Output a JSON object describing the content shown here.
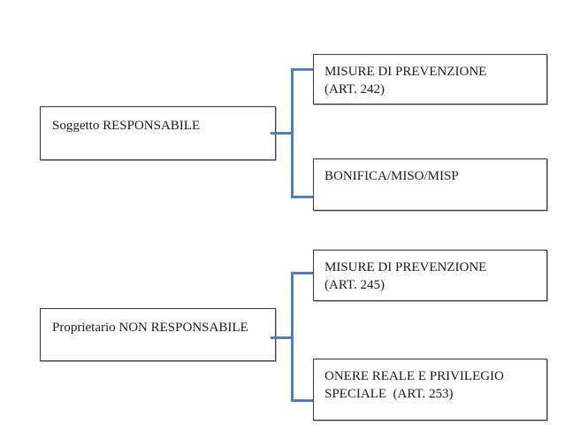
{
  "diagram": {
    "background_color": "#ffffff",
    "connector_color": "#4f81bd",
    "box_border_color": "#3d3d3d",
    "text_color": "#1f1f1f",
    "groups": [
      {
        "parent_label": "Soggetto RESPONSABILE",
        "children": [
          {
            "lines": [
              "MISURE DI PREVENZIONE",
              "(ART. 242)"
            ]
          },
          {
            "lines": [
              "BONIFICA/MISO/MISP"
            ]
          }
        ]
      },
      {
        "parent_label": "Proprietario NON RESPONSABILE",
        "children": [
          {
            "lines": [
              "MISURE DI PREVENZIONE",
              "(ART. 245)"
            ]
          },
          {
            "lines": [
              "ONERE REALE E PRIVILEGIO",
              "SPECIALE  (ART. 253)"
            ]
          }
        ]
      }
    ]
  }
}
